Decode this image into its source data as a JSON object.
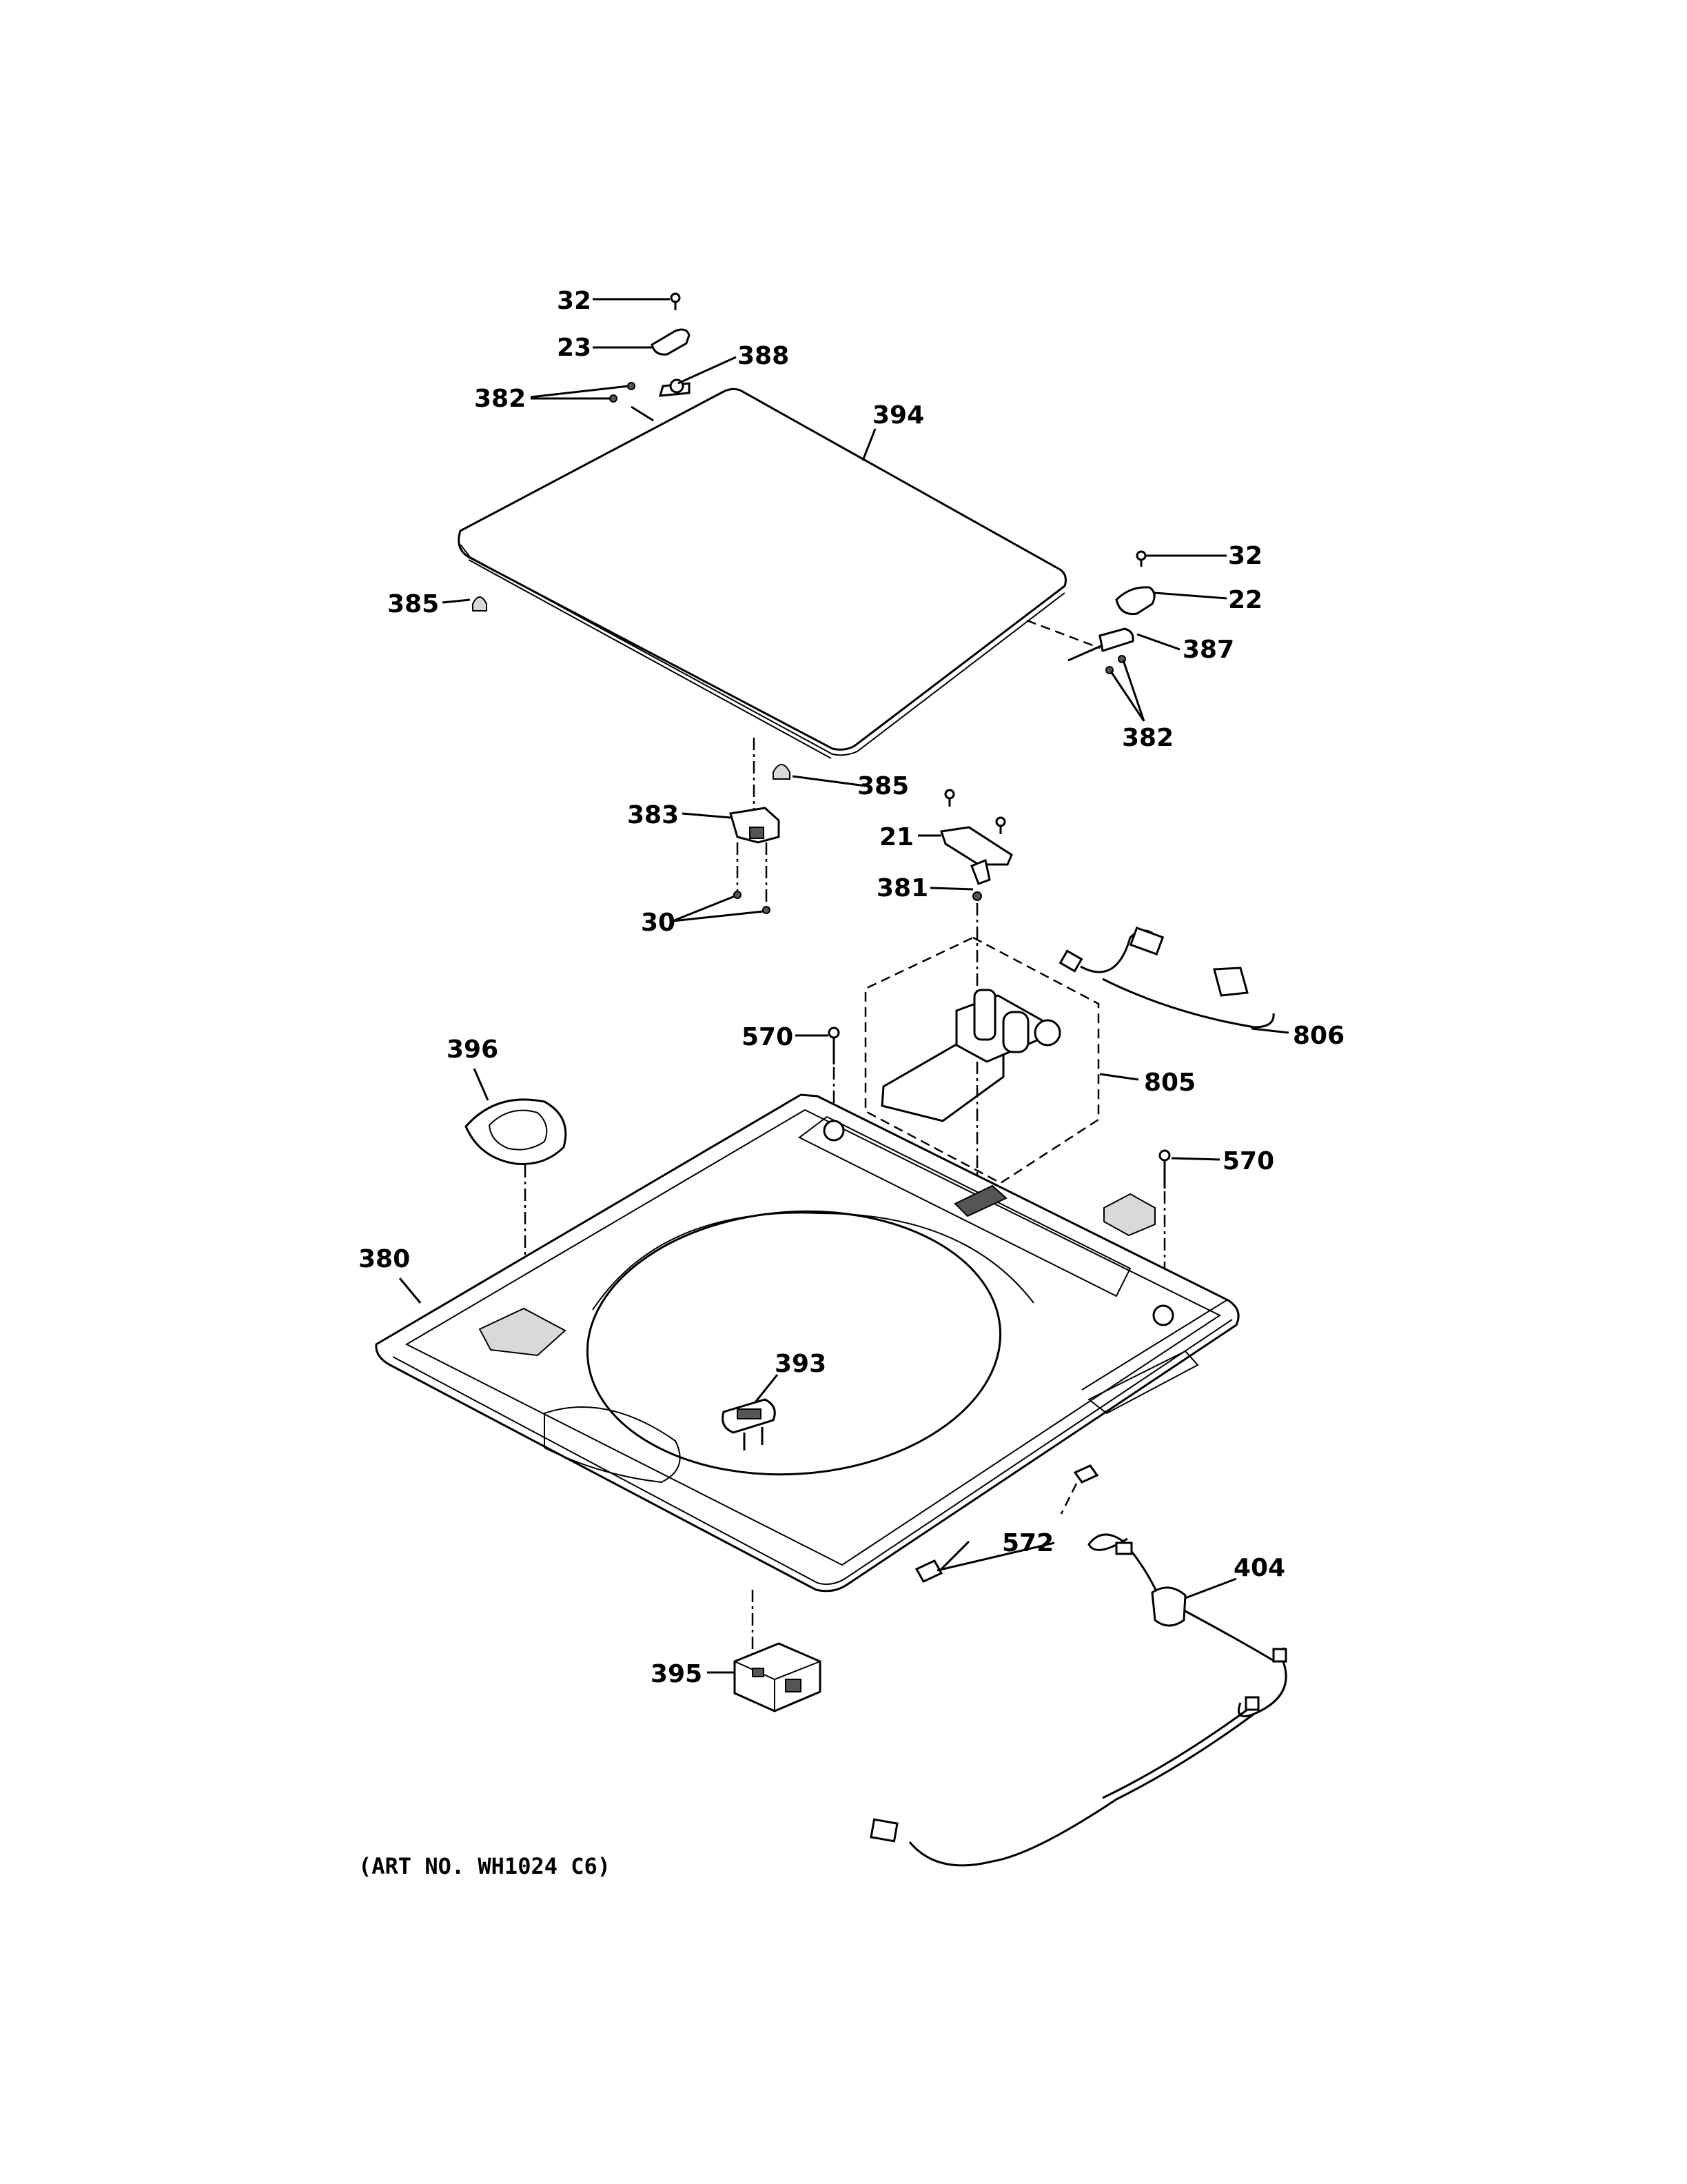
{
  "diagram": {
    "labels": {
      "l32a": "32",
      "l23": "23",
      "l388": "388",
      "l382a": "382",
      "l394": "394",
      "l385a": "385",
      "l32b": "32",
      "l22": "22",
      "l387": "387",
      "l382b": "382",
      "l385b": "385",
      "l383": "383",
      "l21": "21",
      "l381": "381",
      "l30": "30",
      "l570a": "570",
      "l806": "806",
      "l396": "396",
      "l805": "805",
      "l570b": "570",
      "l380": "380",
      "l393": "393",
      "l572": "572",
      "l404": "404",
      "l395": "395"
    },
    "art_number": "(ART NO. WH1024 C6)"
  }
}
